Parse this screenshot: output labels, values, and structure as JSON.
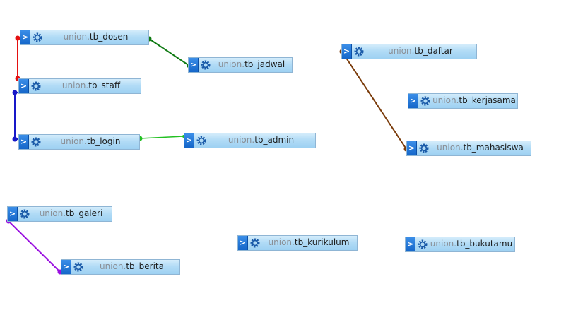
{
  "database": "union",
  "separator": ".",
  "toggle_glyph": ">",
  "colors": {
    "header_bg": "#a8d8f5",
    "toggle_bg": "#1c6fd3",
    "gear": "#1a5aa8"
  },
  "tables": [
    {
      "id": "tb_dosen",
      "name": "tb_dosen"
    },
    {
      "id": "tb_jadwal",
      "name": "tb_jadwal"
    },
    {
      "id": "tb_staff",
      "name": "tb_staff"
    },
    {
      "id": "tb_login",
      "name": "tb_login"
    },
    {
      "id": "tb_admin",
      "name": "tb_admin"
    },
    {
      "id": "tb_daftar",
      "name": "tb_daftar"
    },
    {
      "id": "tb_kerjasama",
      "name": "tb_kerjasama"
    },
    {
      "id": "tb_mahasiswa",
      "name": "tb_mahasiswa"
    },
    {
      "id": "tb_galeri",
      "name": "tb_galeri"
    },
    {
      "id": "tb_berita",
      "name": "tb_berita"
    },
    {
      "id": "tb_kurikulum",
      "name": "tb_kurikulum"
    },
    {
      "id": "tb_bukutamu",
      "name": "tb_bukutamu"
    }
  ],
  "relations": [
    {
      "from": "tb_dosen",
      "to": "tb_jadwal",
      "color": "#0f7a12"
    },
    {
      "from": "tb_dosen",
      "to": "tb_staff",
      "color": "#e41010"
    },
    {
      "from": "tb_staff",
      "to": "tb_login",
      "color": "#1818c8"
    },
    {
      "from": "tb_login",
      "to": "tb_admin",
      "color": "#22c022"
    },
    {
      "from": "tb_daftar",
      "to": "tb_mahasiswa",
      "color": "#7a3b0a"
    },
    {
      "from": "tb_galeri",
      "to": "tb_berita",
      "color": "#9a10e0"
    }
  ]
}
